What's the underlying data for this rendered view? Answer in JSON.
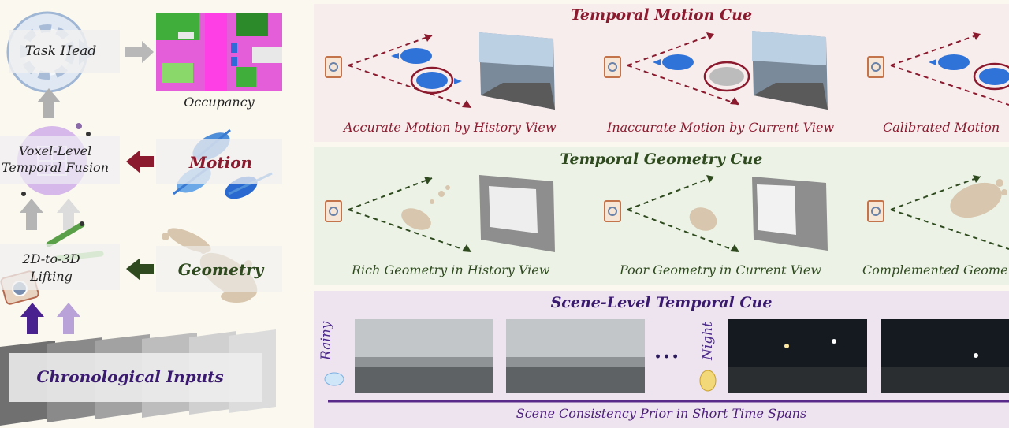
{
  "left": {
    "task_head": "Task Head",
    "occupancy": "Occupancy",
    "fusion": "Voxel-Level Temporal Fusion",
    "motion": "Motion",
    "lifting": "2D-to-3D Lifting",
    "geometry": "Geometry",
    "inputs": "Chronological Inputs"
  },
  "motion_panel": {
    "title": "Temporal Motion Cue",
    "captions": [
      "Accurate Motion by History View",
      "Inaccurate Motion by Current View",
      "Calibrated Motion"
    ]
  },
  "geometry_panel": {
    "title": "Temporal Geometry Cue",
    "captions": [
      "Rich Geometry in History View",
      "Poor Geometry in Current View",
      "Complemented Geome"
    ]
  },
  "scene_panel": {
    "title": "Scene-Level Temporal Cue",
    "rainy": "Rainy",
    "night": "Night",
    "ellipsis": "...",
    "footer": "Scene Consistency Prior in Short Time Spans"
  },
  "colors": {
    "motion": "#8b1a2e",
    "geometry": "#2e4a1e",
    "scene": "#4b1c7a",
    "inputs": "#3a1a6e"
  }
}
